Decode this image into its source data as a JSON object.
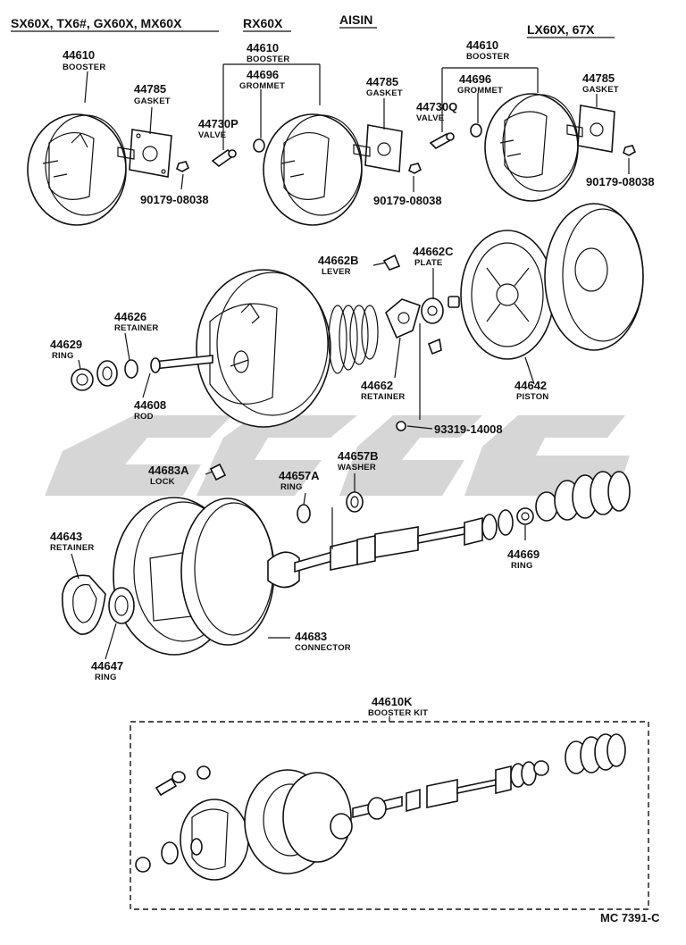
{
  "headers": {
    "group1": "SX60X, TX6#, GX60X, MX60X",
    "group2": "RX60X",
    "group3": "AISIN",
    "group4": "LX60X, 67X"
  },
  "callouts": {
    "g1_booster": {
      "code": "44610",
      "name": "BOOSTER"
    },
    "g1_gasket": {
      "code": "44785",
      "name": "GASKET"
    },
    "g1_nut": {
      "code": "90179-08038"
    },
    "g2_booster": {
      "code": "44610",
      "name": "BOOSTER"
    },
    "g2_valve": {
      "code": "44730P",
      "name": "VALVE"
    },
    "g2_grommet": {
      "code": "44696",
      "name": "GROMMET"
    },
    "g2_gasket": {
      "code": "44785",
      "name": "GASKET"
    },
    "g2_nut": {
      "code": "90179-08038"
    },
    "g3_booster": {
      "code": "44610",
      "name": "BOOSTER"
    },
    "g3_valve": {
      "code": "44730Q",
      "name": "VALVE"
    },
    "g3_grommet": {
      "code": "44696",
      "name": "GROMMET"
    },
    "g3_gasket": {
      "code": "44785",
      "name": "GASKET"
    },
    "g3_nut": {
      "code": "90179-08038"
    },
    "lever": {
      "code": "44662B",
      "name": "LEVER"
    },
    "plate": {
      "code": "44662C",
      "name": "PLATE"
    },
    "retainer_626": {
      "code": "44626",
      "name": "RETAINER"
    },
    "ring_629": {
      "code": "44629",
      "name": "RING"
    },
    "rod": {
      "code": "44608",
      "name": "ROD"
    },
    "retainer_662": {
      "code": "44662",
      "name": "RETAINER"
    },
    "piston": {
      "code": "44642",
      "name": "PISTON"
    },
    "screw": {
      "code": "93319-14008"
    },
    "lock": {
      "code": "44683A",
      "name": "LOCK"
    },
    "ring_657a": {
      "code": "44657A",
      "name": "RING"
    },
    "washer": {
      "code": "44657B",
      "name": "WASHER"
    },
    "retainer_643": {
      "code": "44643",
      "name": "RETAINER"
    },
    "ring_669": {
      "code": "44669",
      "name": "RING"
    },
    "ring_647": {
      "code": "44647",
      "name": "RING"
    },
    "connector": {
      "code": "44683",
      "name": "CONNECTOR"
    },
    "kit": {
      "code": "44610K",
      "name": "BOOSTER KIT"
    }
  },
  "footer": {
    "ref": "MC 7391-C"
  }
}
